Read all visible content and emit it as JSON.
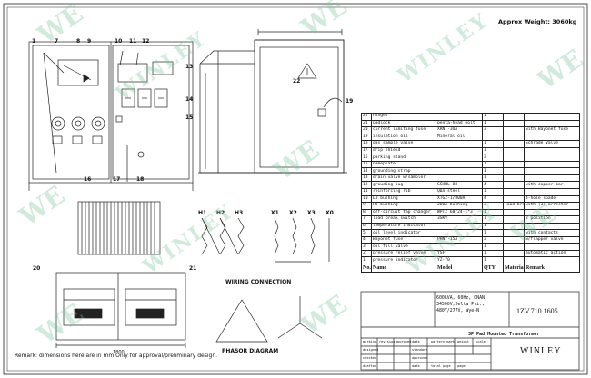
{
  "approx_weight": "Approx Weight: 3060kg",
  "remark": "Remark: dimensions here are in mm.Only for approval/preliminary design.",
  "wiring_title": "WIRING CONNECTION",
  "phasor_title": "PHASOR DIAGRAM",
  "dim_width": "1800",
  "bom": {
    "header": {
      "no": "No.",
      "name": "Name",
      "model": "Model",
      "qty": "QTY",
      "material": "Material",
      "remark": "Remark"
    },
    "rows": [
      {
        "no": "22",
        "name": "hinges",
        "model": "",
        "qty": "1",
        "material": "",
        "remark": ""
      },
      {
        "no": "21",
        "name": "padlock",
        "model": "penta-head bolt",
        "qty": "1",
        "material": "",
        "remark": ""
      },
      {
        "no": "20",
        "name": "current limiting fuse",
        "model": "XRNT-3OA",
        "qty": "3",
        "material": "",
        "remark": "with Bayonet fuse"
      },
      {
        "no": "19",
        "name": "insulation oil",
        "model": "Mineral oil",
        "qty": "",
        "material": "",
        "remark": ""
      },
      {
        "no": "18",
        "name": "gas sample valve",
        "model": "",
        "qty": "1",
        "material": "",
        "remark": "Schrade Valve"
      },
      {
        "no": "17",
        "name": "drip shield",
        "model": "",
        "qty": "1",
        "material": "",
        "remark": ""
      },
      {
        "no": "16",
        "name": "parking stand",
        "model": "",
        "qty": "3",
        "material": "",
        "remark": ""
      },
      {
        "no": "15",
        "name": "nameplate",
        "model": "",
        "qty": "1",
        "material": "",
        "remark": ""
      },
      {
        "no": "14",
        "name": "grounding strap",
        "model": "",
        "qty": "1",
        "material": "",
        "remark": ""
      },
      {
        "no": "13",
        "name": "drain valve w/sampler",
        "model": "",
        "qty": "1",
        "material": "",
        "remark": ""
      },
      {
        "no": "12",
        "name": "grouding lug",
        "model": "SSHHL 88",
        "qty": "4",
        "material": "",
        "remark": "with copper bar"
      },
      {
        "no": "11",
        "name": "reinforcing rib",
        "model": "QΔn steel",
        "qty": "1",
        "material": "",
        "remark": ""
      },
      {
        "no": "10",
        "name": "LV bushing",
        "model": "XTGZ-1/800A",
        "qty": "4",
        "material": "",
        "remark": "4-hole spade"
      },
      {
        "no": "9",
        "name": "HV bushing",
        "model": "200A bushing",
        "qty": "3",
        "material": "load break",
        "remark": "with (3) arrester"
      },
      {
        "no": "8",
        "name": "off-circuit tap changer",
        "model": "WPTZ 60/24-1*3",
        "qty": "1",
        "material": "",
        "remark": ""
      },
      {
        "no": "7",
        "name": "load break switch",
        "model": "3SKV",
        "qty": "1",
        "material": "",
        "remark": "2 position"
      },
      {
        "no": "6",
        "name": "temperature indicator",
        "model": "",
        "qty": "1",
        "material": "",
        "remark": ""
      },
      {
        "no": "5",
        "name": "oil level indicator",
        "model": "",
        "qty": "1",
        "material": "",
        "remark": "with contacts"
      },
      {
        "no": "4",
        "name": "Bayonet fuse",
        "model": "PHNY-15A",
        "qty": "3",
        "material": "",
        "remark": "w/flapper valve"
      },
      {
        "no": "3",
        "name": "oil fill valve",
        "model": "",
        "qty": "1",
        "material": "",
        "remark": ""
      },
      {
        "no": "2",
        "name": "pressure relief valve",
        "model": "YSF",
        "qty": "1",
        "material": "",
        "remark": "automatic action"
      },
      {
        "no": "1",
        "name": "pressure indicator",
        "model": "YZ-70",
        "qty": "1",
        "material": "",
        "remark": ""
      }
    ]
  },
  "spec_lines": [
    "600kVA, 60Hz, ONAN,",
    "34500V,Delta Pri.,",
    "480Y/277V, Wye-N"
  ],
  "drawing_no": "1ZV.710.1605",
  "title": "3P Pad Mounted Transformer",
  "company": "WINLEY",
  "title_block": {
    "row1": [
      "marking",
      "revision",
      "approved",
      "date",
      "standard",
      "pattern mark",
      "weight",
      "scale"
    ],
    "row2": [
      "designed",
      "checked",
      "approved",
      "drafted",
      "date",
      "total page",
      "page"
    ]
  },
  "watermark": {
    "short": "WE",
    "long": "WINLEY"
  },
  "item_markers": [
    "1",
    "7",
    "8",
    "9",
    "10",
    "11",
    "12",
    "13",
    "14",
    "15",
    "16",
    "17",
    "18",
    "19",
    "20",
    "21",
    "22"
  ],
  "terminal_labels": [
    "H1",
    "H2",
    "H3",
    "X1",
    "X2",
    "X3",
    "X0"
  ]
}
